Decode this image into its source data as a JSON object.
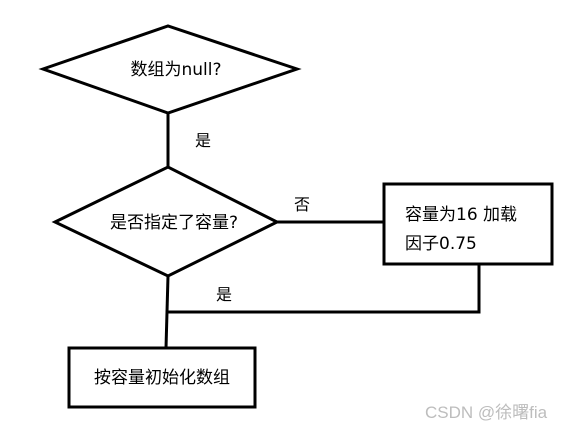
{
  "nodes": {
    "decision_null": {
      "text": "数组为null?"
    },
    "decision_capacity": {
      "text": "是否指定了容量?"
    },
    "process_default": {
      "lines": [
        "容量为16 加载",
        "因子0.75"
      ]
    },
    "process_init": {
      "text": "按容量初始化数组"
    }
  },
  "edges": {
    "null_yes": {
      "label": "是"
    },
    "capacity_no": {
      "label": "否"
    },
    "capacity_yes": {
      "label": "是"
    }
  },
  "watermark": {
    "text": "CSDN @徐曙fia"
  },
  "colors": {
    "stroke": "#000000",
    "fill": "#ffffff",
    "watermark": "#bdbdbd"
  }
}
